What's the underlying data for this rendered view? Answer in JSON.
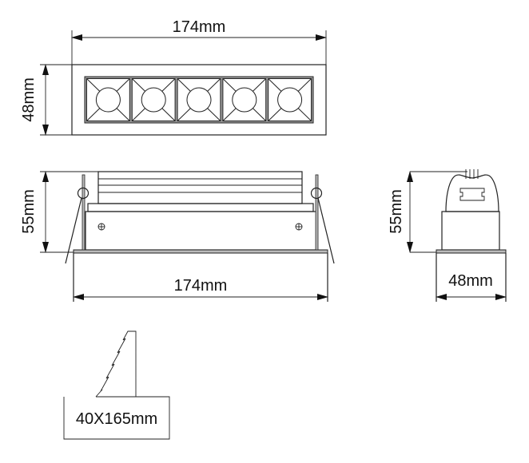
{
  "top_view": {
    "width_label": "174mm",
    "height_label": "48mm",
    "led_count": 5
  },
  "side_view": {
    "height_label": "55mm",
    "width_label": "174mm"
  },
  "end_view": {
    "height_label": "55mm",
    "width_label": "48mm"
  },
  "cutout": {
    "label": "40X165mm"
  }
}
